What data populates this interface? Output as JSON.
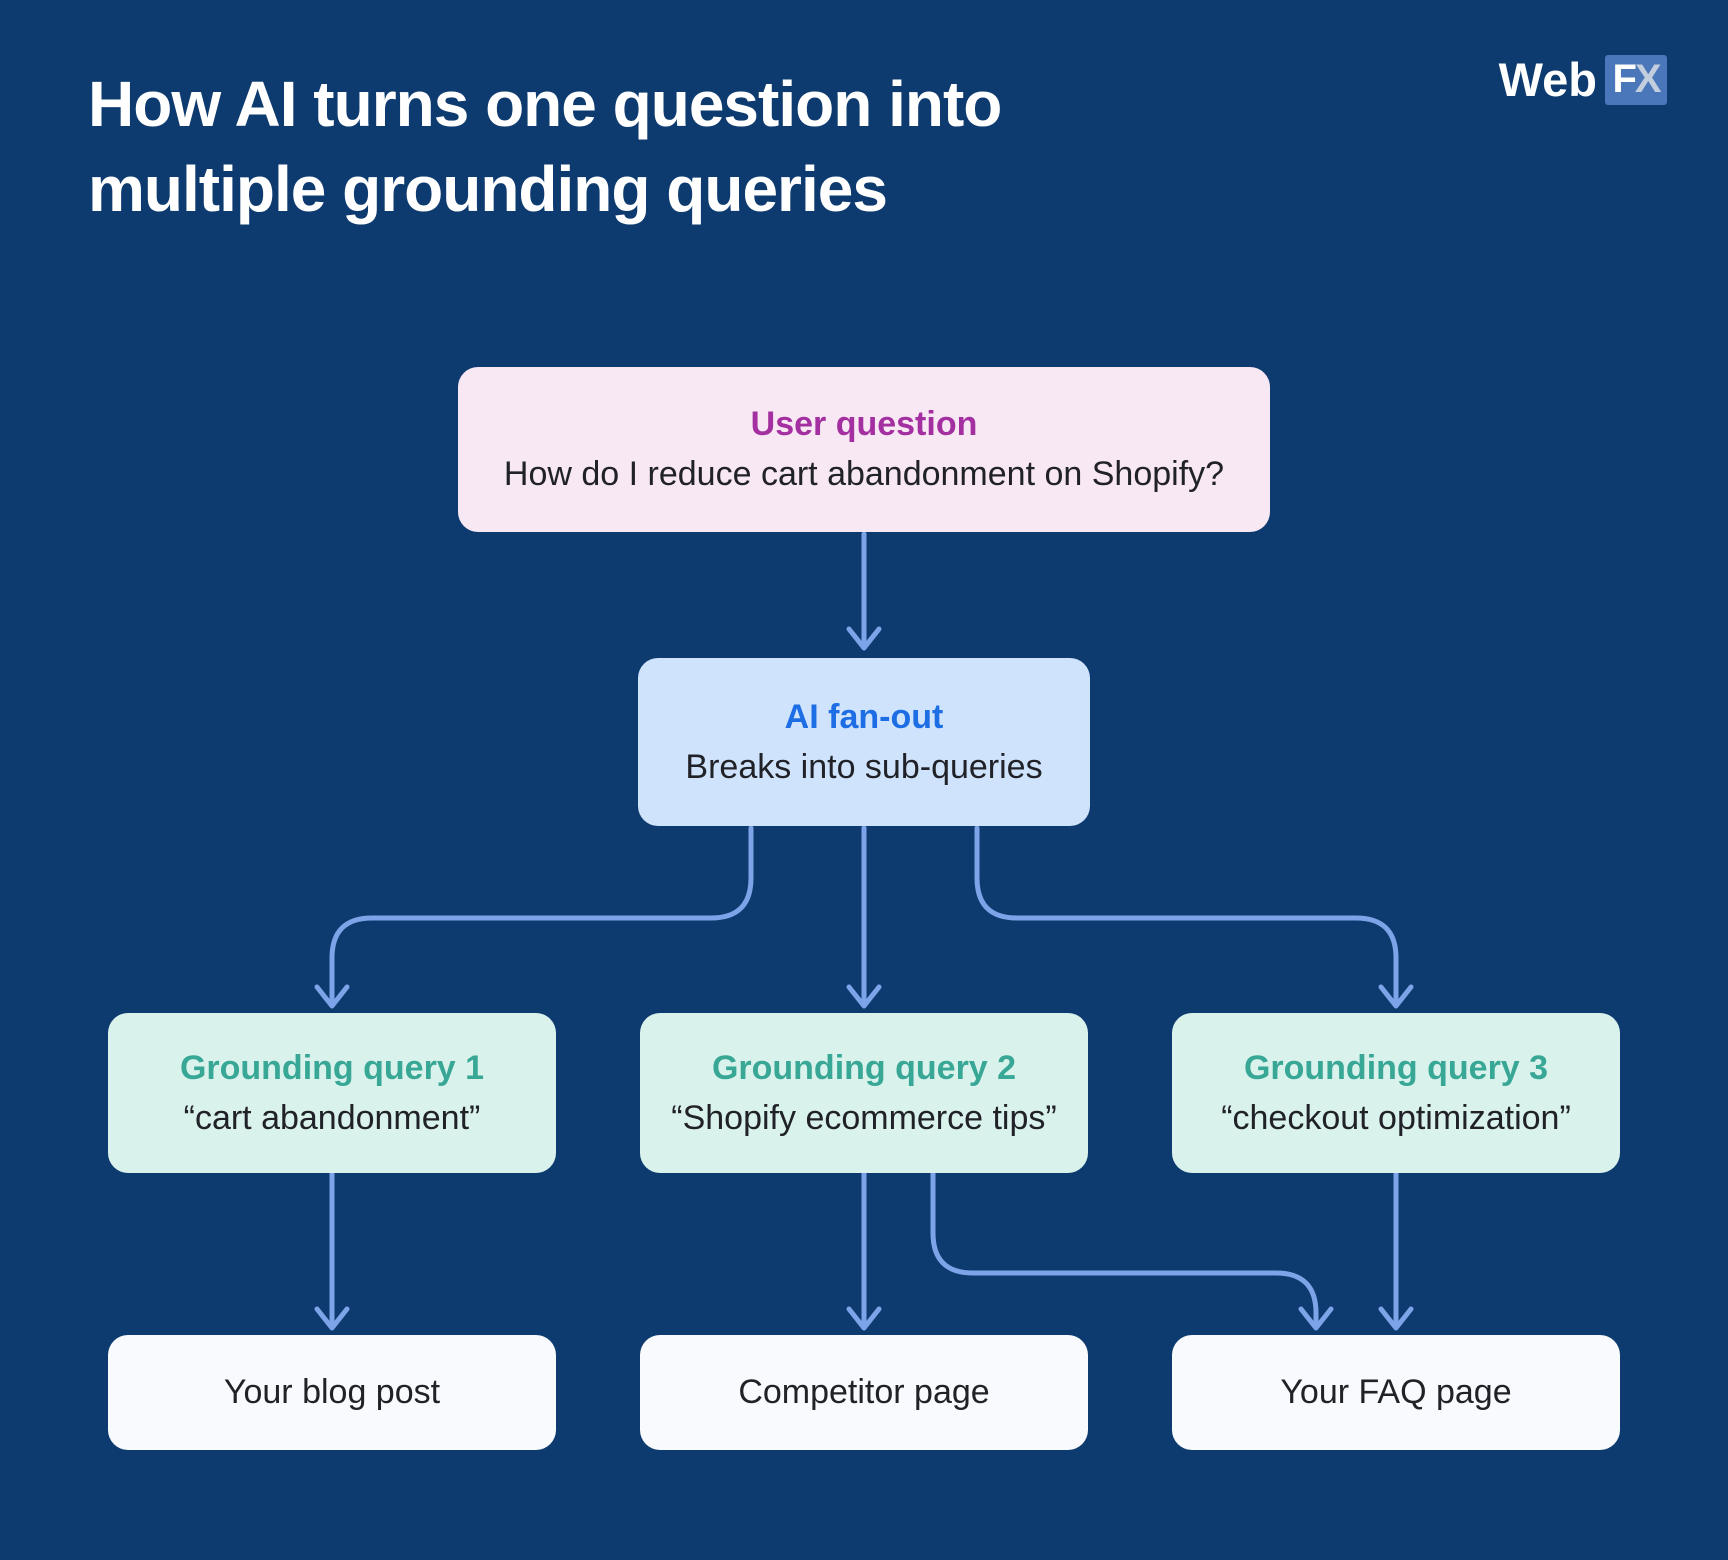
{
  "title_lines": [
    "How AI turns one question into",
    "multiple grounding queries"
  ],
  "logo": {
    "web": "Web",
    "f": "F",
    "x": "X"
  },
  "flow": {
    "user_question": {
      "label": "User question",
      "text": "How do I reduce cart abandonment on Shopify?"
    },
    "ai_fanout": {
      "label": "AI fan-out",
      "text": "Breaks into sub-queries"
    },
    "grounding_queries": [
      {
        "label": "Grounding query 1",
        "text": "“cart abandonment”"
      },
      {
        "label": "Grounding query 2",
        "text": "“Shopify ecommerce tips”"
      },
      {
        "label": "Grounding query 3",
        "text": "“checkout optimization”"
      }
    ],
    "destinations": [
      {
        "text": "Your blog post"
      },
      {
        "text": "Competitor page"
      },
      {
        "text": "Your FAQ page"
      }
    ]
  },
  "colors": {
    "bg": "#0e3b6f",
    "accent_purple": "#a42fa1",
    "accent_blue": "#1d6de4",
    "accent_teal": "#38a795",
    "box_pink": "#f7e8f4",
    "box_blue": "#cfe3fc",
    "box_mint": "#d9f2ec",
    "box_white": "#f8fafd",
    "text_dark": "#212227",
    "connector": "#7da4e8",
    "logo_box": "#4a77ba",
    "logo_x": "#c2cede"
  }
}
